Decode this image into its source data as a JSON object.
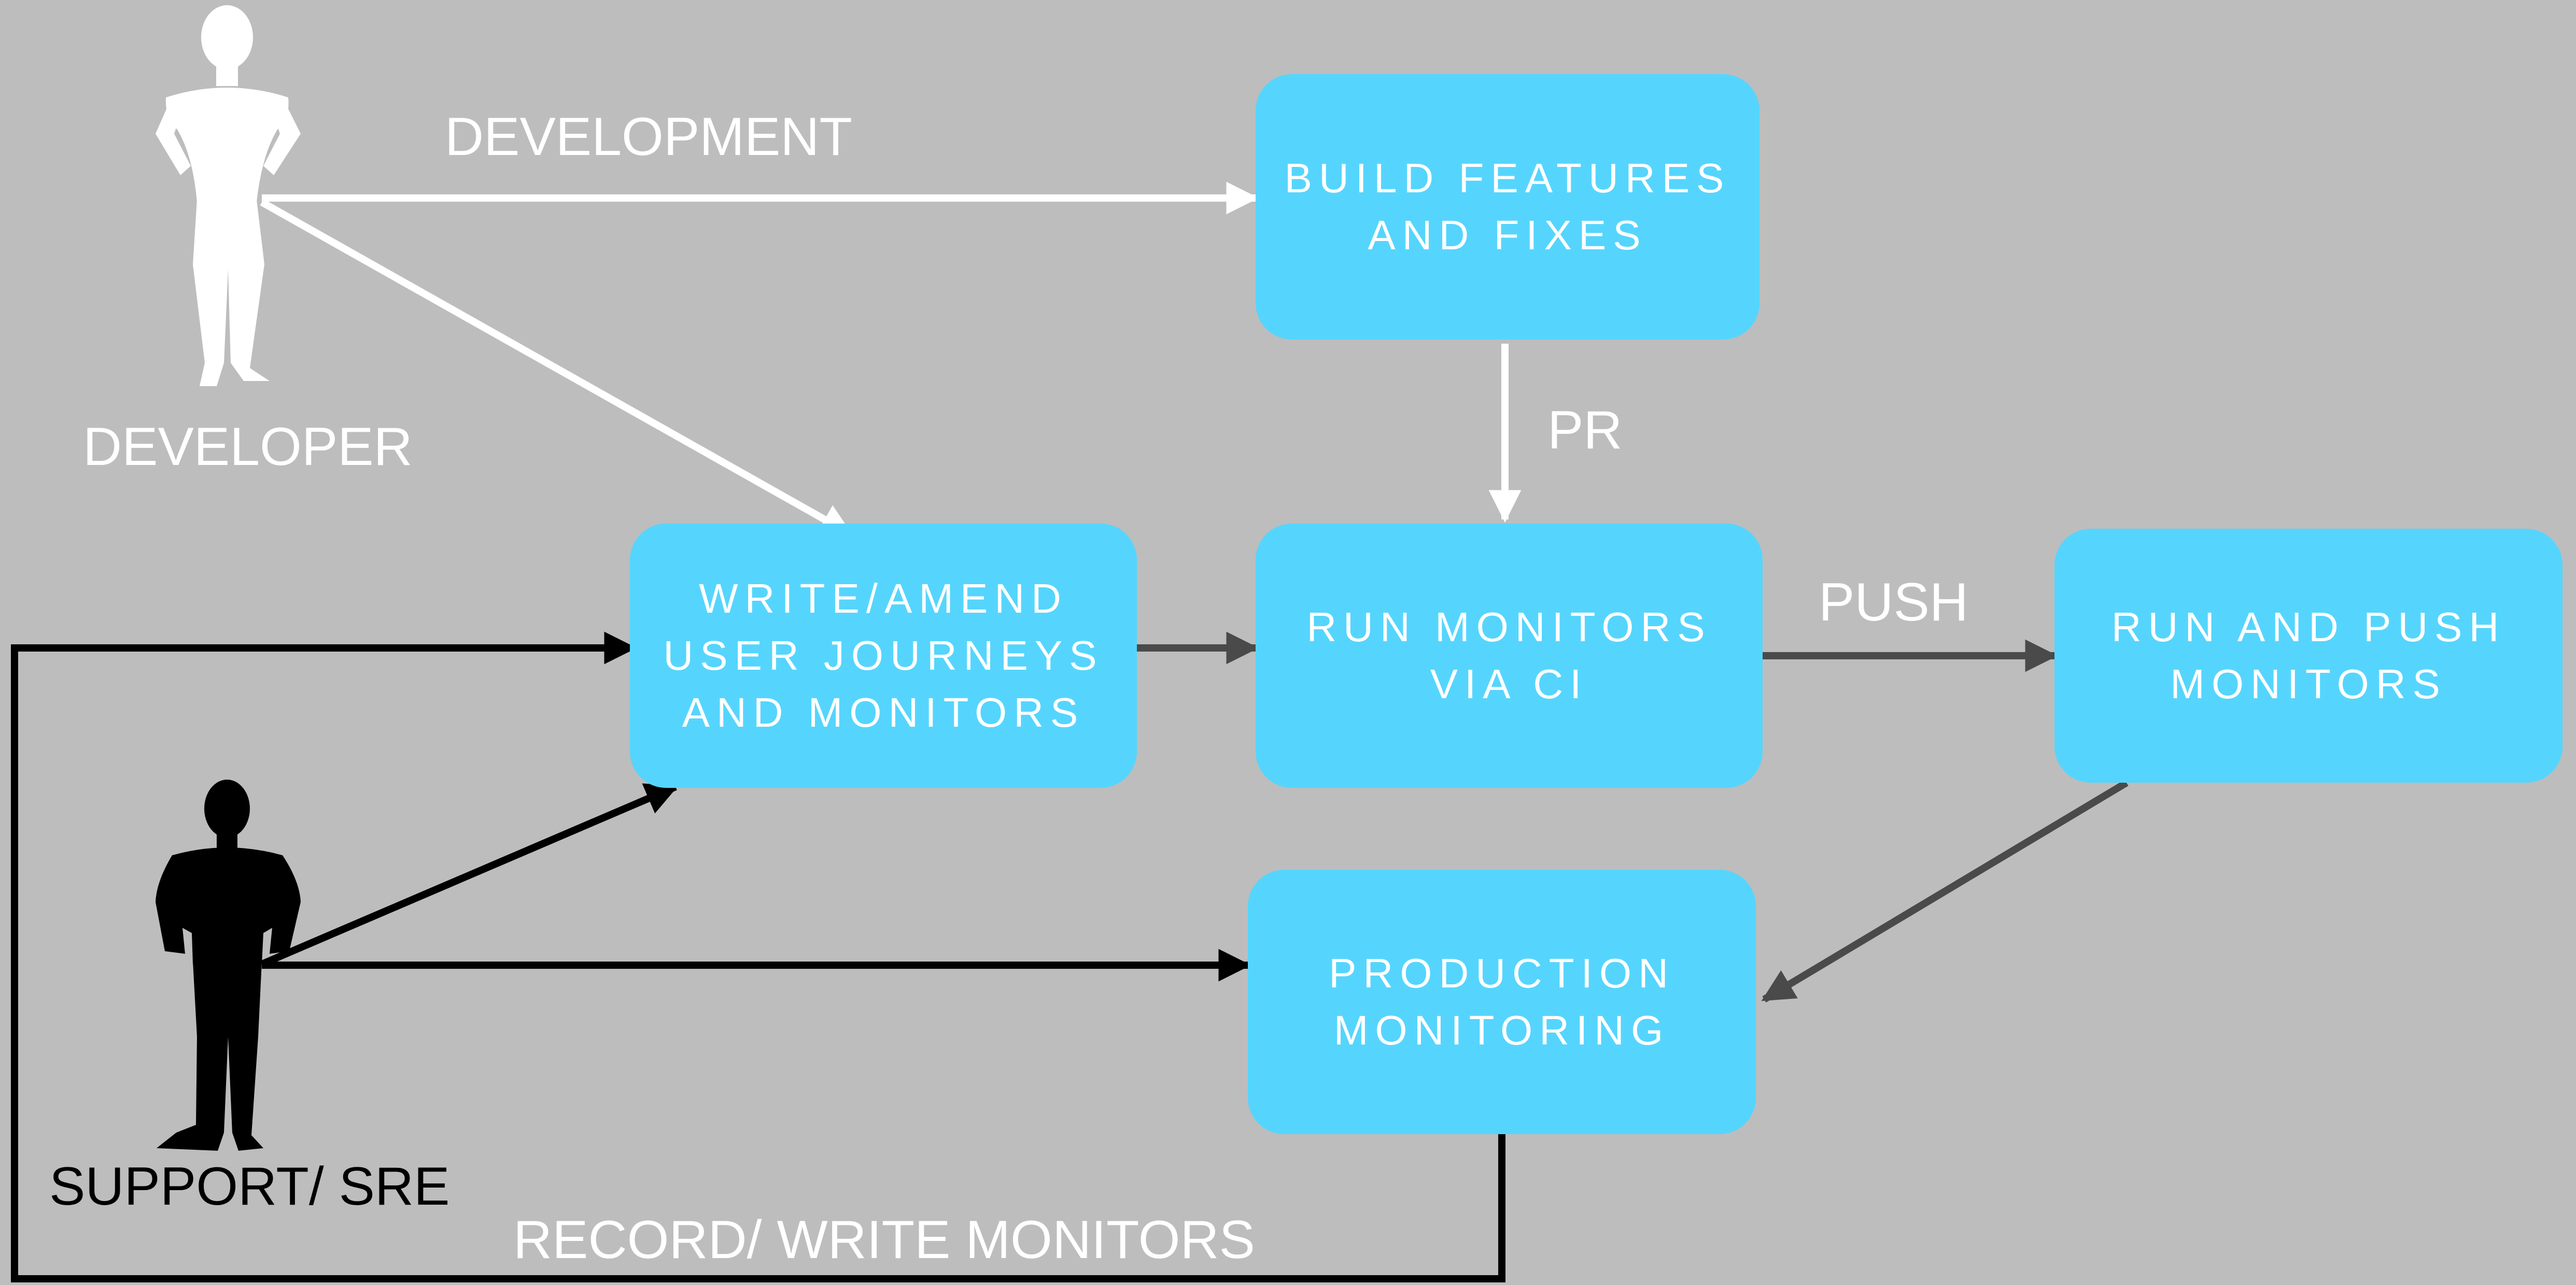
{
  "boxes": {
    "build_features": "BUILD FEATURES\nAND FIXES",
    "write_amend": "WRITE/AMEND\nUSER JOURNEYS\nAND MONITORS",
    "run_monitors_ci": "RUN MONITORS\nVIA CI",
    "run_push": "RUN AND PUSH\nMONITORS",
    "production_monitoring": "PRODUCTION\nMONITORING"
  },
  "labels": {
    "development": "DEVELOPMENT",
    "developer": "DEVELOPER",
    "pr": "PR",
    "push": "PUSH",
    "support_sre": "SUPPORT/ SRE",
    "record_write": "RECORD/ WRITE MONITORS"
  },
  "icons": {
    "developer": "woman-silhouette-icon",
    "support": "man-silhouette-icon"
  },
  "colors": {
    "background": "#bdbdbd",
    "box": "#55d5fd",
    "white_arrow": "#ffffff",
    "gray_arrow": "#4a4a4a",
    "black_arrow": "#000000"
  }
}
